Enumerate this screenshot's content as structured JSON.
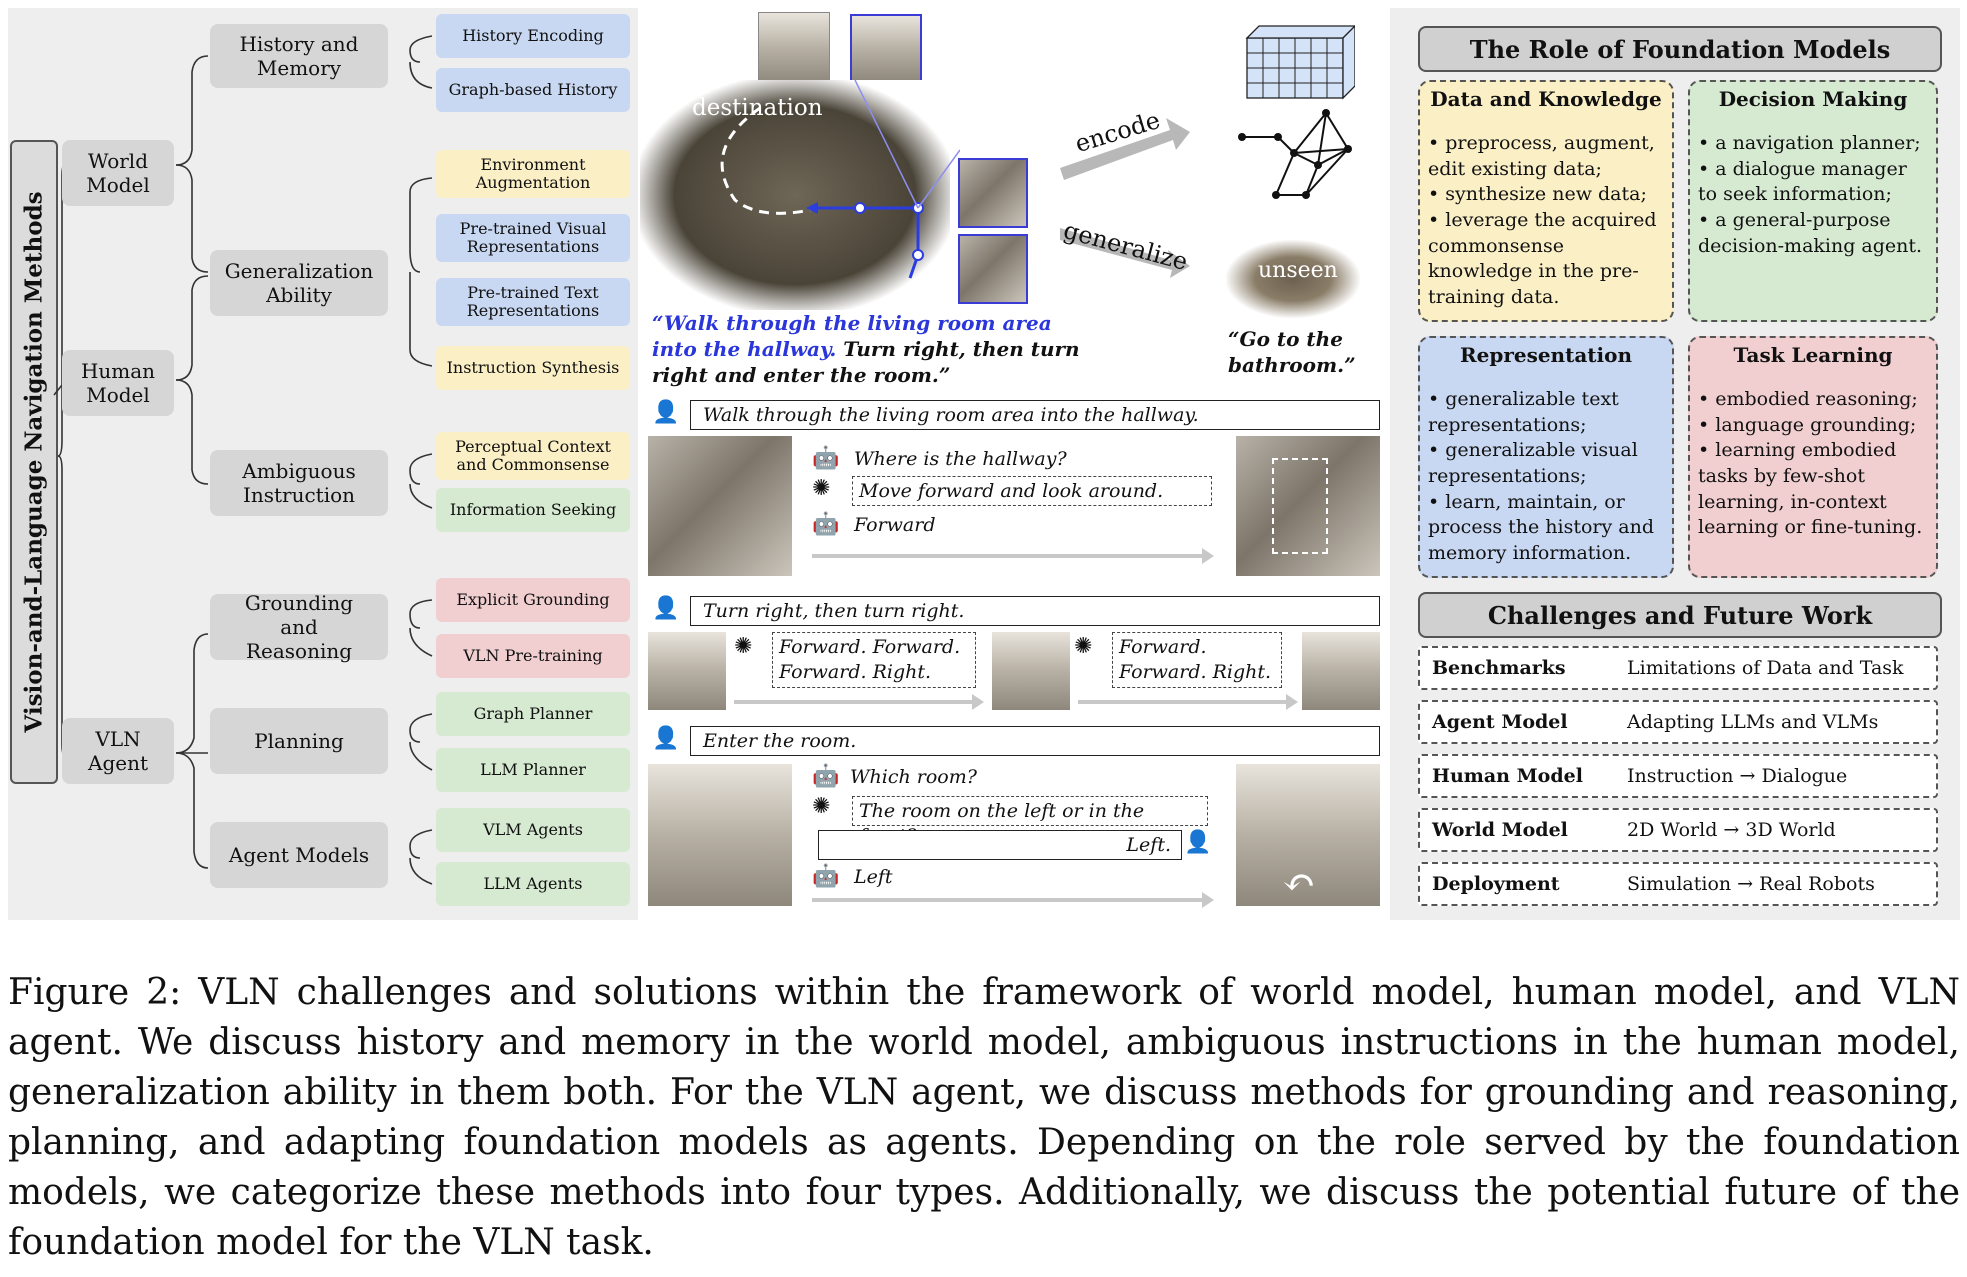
{
  "taxonomy": {
    "root": "Vision-and-Language Navigation Methods",
    "groups": [
      {
        "name": "World Model"
      },
      {
        "name": "Human Model"
      },
      {
        "name": "VLN Agent"
      }
    ],
    "categories": [
      {
        "name": "History and Memory",
        "leaves": [
          "History Encoding",
          "Graph-based History"
        ]
      },
      {
        "name": "Generalization Ability",
        "leaves": [
          "Environment Augmentation",
          "Pre-trained Visual Representations",
          "Pre-trained Text Representations",
          "Instruction Synthesis"
        ]
      },
      {
        "name": "Ambiguous Instruction",
        "leaves": [
          "Perceptual Context and Commonsense",
          "Information Seeking"
        ]
      },
      {
        "name": "Grounding and Reasoning",
        "leaves": [
          "Explicit Grounding",
          "VLN Pre-training"
        ]
      },
      {
        "name": "Planning",
        "leaves": [
          "Graph Planner",
          "LLM Planner"
        ]
      },
      {
        "name": "Agent Models",
        "leaves": [
          "VLM Agents",
          "LLM Agents"
        ]
      }
    ]
  },
  "middle": {
    "destination_label": "destination",
    "encode_label": "encode",
    "generalize_label": "generalize",
    "unseen_label": "unseen",
    "instruction_part1": "“Walk through the living room area into the hallway.",
    "instruction_part2": " Turn right, then turn right and enter the room.”",
    "goto_quote": "“Go to the bathroom.”",
    "dialog": {
      "bubble1": "Walk through the living room area into the hallway.",
      "q1": "Where is the hallway?",
      "a1": "Move forward and look around.",
      "act1": "Forward",
      "bubble2": "Turn right, then turn right.",
      "plan2a": "Forward. Forward. Forward. Right.",
      "plan2b": "Forward. Forward. Right.",
      "bubble3": "Enter the room.",
      "q3": "Which room?",
      "a3": "The room on the left or in the front?",
      "reply3": "Left.",
      "act3": "Left"
    }
  },
  "role": {
    "title": "The Role of Foundation Models",
    "quads": [
      {
        "title": "Data and Knowledge",
        "items": [
          "preprocess, augment, edit existing data;",
          "synthesize new data;",
          "leverage the acquired commonsense knowledge in the pre-training data."
        ],
        "color": "#fbefc6"
      },
      {
        "title": "Decision Making",
        "items": [
          "a navigation planner;",
          "a dialogue manager to seek information;",
          "a general-purpose decision-making agent."
        ],
        "color": "#d6ead2"
      },
      {
        "title": "Representation",
        "items": [
          "generalizable text representations;",
          "generalizable visual representations;",
          "learn, maintain, or process the history and memory information."
        ],
        "color": "#c9d8f2"
      },
      {
        "title": "Task Learning",
        "items": [
          "embodied reasoning;",
          "language grounding;",
          "learning embodied tasks by few-shot learning, in-context learning or fine-tuning."
        ],
        "color": "#f1cfd0"
      }
    ]
  },
  "challenges": {
    "title": "Challenges and Future Work",
    "rows": [
      {
        "label": "Benchmarks",
        "value": "Limitations of Data and Task"
      },
      {
        "label": "Agent Model",
        "value": "Adapting LLMs and VLMs"
      },
      {
        "label": "Human Model",
        "value": "Instruction → Dialogue"
      },
      {
        "label": "World Model",
        "value": "2D World → 3D World"
      },
      {
        "label": "Deployment",
        "value": "Simulation → Real Robots"
      }
    ]
  },
  "caption": "Figure 2: VLN challenges and solutions within the framework of world model, human model, and VLN agent. We discuss history and memory in the world model, ambiguous instructions in the human model, generalization ability in them both. For the VLN agent, we discuss methods for grounding and reasoning, planning, and adapting foundation models as agents. Depending on the role served by the foundation models, we categorize these methods into four types. Additionally, we discuss the potential future of the foundation model for the VLN task."
}
